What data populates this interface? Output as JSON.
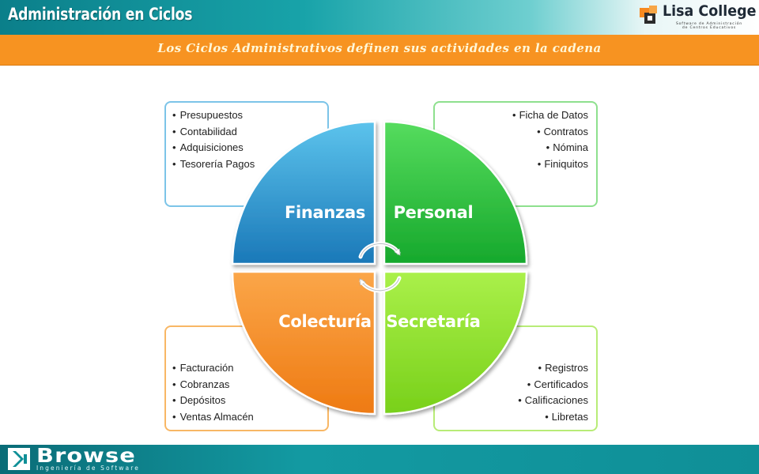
{
  "header": {
    "title": "Administración en Ciclos",
    "logo": {
      "name": "Lisa College",
      "tagline_line1": "Software de Administración",
      "tagline_line2": "de Centros Educativos"
    }
  },
  "subtitle": "Los Ciclos Administrativos definen sus actividades en la cadena",
  "cycle": {
    "quadrants": [
      {
        "label": "Finanzas",
        "color": "#1f8fc8"
      },
      {
        "label": "Personal",
        "color": "#22c23a"
      },
      {
        "label": "Colecturía",
        "color": "#f7891f"
      },
      {
        "label": "Secretaría",
        "color": "#8be01f"
      }
    ]
  },
  "boxes": {
    "finanzas": [
      "Presupuestos",
      "Contabilidad",
      "Adquisiciones",
      "Tesorería Pagos"
    ],
    "personal": [
      "Ficha de Datos",
      "Contratos",
      "Nómina",
      "Finiquitos"
    ],
    "colecturia": [
      "Facturación",
      "Cobranzas",
      "Depósitos",
      "Ventas Almacén"
    ],
    "secretaria": [
      "Registros",
      "Certificados",
      "Calificaciones",
      "Libretas"
    ]
  },
  "footer": {
    "brand": "Browse",
    "tagline": "Ingeniería de Software"
  }
}
